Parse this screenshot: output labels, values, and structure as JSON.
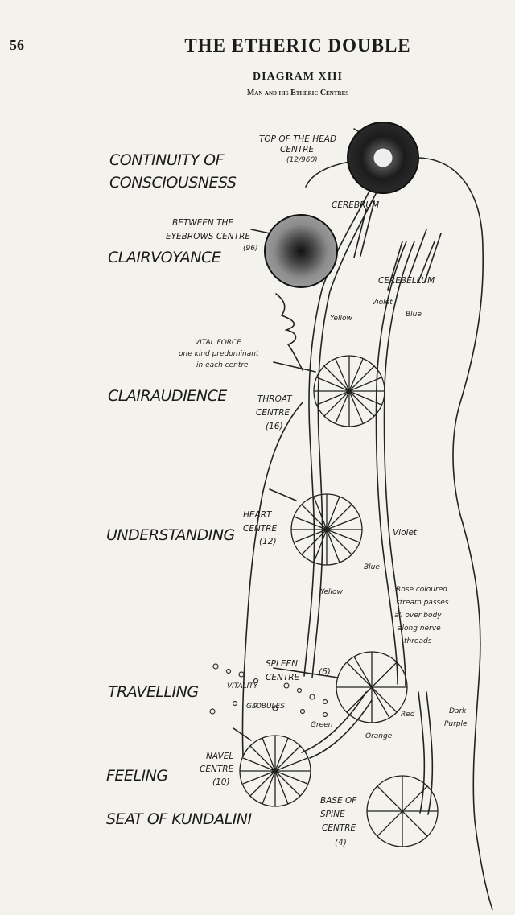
{
  "header": {
    "page_number": "56",
    "running_title": "THE ETHERIC DOUBLE",
    "diagram_title": "DIAGRAM XIII",
    "diagram_subtitle": "Man and his Etheric Centres"
  },
  "faculties": {
    "continuity_1": "CONTINUITY OF",
    "continuity_2": "CONSCIOUSNESS",
    "clairvoyance": "CLAIRVOYANCE",
    "clairaudience": "CLAIRAUDIENCE",
    "understanding": "UNDERSTANDING",
    "travelling": "TRAVELLING",
    "feeling": "FEELING",
    "kundalini": "SEAT OF KUNDALINI"
  },
  "centres": {
    "top_head_1": "TOP OF THE HEAD",
    "top_head_2": "CENTRE",
    "top_head_3": "(12/960)",
    "brow_1": "BETWEEN THE",
    "brow_2": "EYEBROWS CENTRE",
    "brow_3": "(96)",
    "throat_1": "THROAT",
    "throat_2": "CENTRE",
    "throat_3": "(16)",
    "heart_1": "HEART",
    "heart_2": "CENTRE",
    "heart_3": "(12)",
    "spleen_1": "SPLEEN",
    "spleen_2": "CENTRE",
    "spleen_3": "(6)",
    "navel_1": "NAVEL",
    "navel_2": "CENTRE",
    "navel_3": "(10)",
    "base_1": "BASE OF",
    "base_2": "SPINE",
    "base_3": "CENTRE",
    "base_4": "(4)"
  },
  "anatomy": {
    "cerebrum": "CEREBRUM",
    "cerebellum": "CEREBELLUM"
  },
  "streams": {
    "yellow_upper": "Yellow",
    "violet_upper": "Violet",
    "blue_upper": "Blue",
    "violet": "Violet",
    "blue": "Blue",
    "yellow": "Yellow",
    "rose_1": "Rose coloured",
    "rose_2": "stream passes",
    "rose_3": "all over body",
    "rose_4": "along nerve",
    "rose_5": "threads",
    "green": "Green",
    "orange": "Orange",
    "red": "Red",
    "dark_purple_1": "Dark",
    "dark_purple_2": "Purple",
    "vitality_1": "VITALITY",
    "vitality_2": "GLOBULES"
  },
  "vital_force": {
    "line1": "VITAL FORCE",
    "line2": "one kind predominant",
    "line3": "in each centre"
  }
}
